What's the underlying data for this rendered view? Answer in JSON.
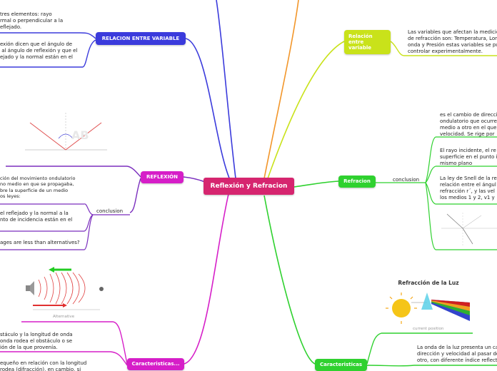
{
  "central": {
    "label": "Reflexión y Refracion"
  },
  "left": {
    "relacion_entre_variable": {
      "label": "RELACION ENTRE VARIABLE",
      "notes": [
        "tres elementos: rayo\nrmal o perpendicular a la\neflejado.",
        "exión dicen que el ángulo de\n al ángulo de reflexión y que el\nejado y la normal están en el"
      ]
    },
    "reflexion": {
      "label": "REFLEXIÓN",
      "note_top": "ción del movimiento ondulatorio\nno medio en que se propagaba,\nbre la superficie de un medio\nos leyes:",
      "conclusion": "conclusion",
      "conclusion_notes": [
        "el reflejado y la normal a la\nnto de incidencia están en el",
        "ages are less than alternatives?"
      ]
    },
    "caracteristicas": {
      "label": "Caracteristicas...",
      "caption": "Alternative",
      "notes": [
        "stáculo y la longitud de onda\nonda rodea el obstáculo o se\nión de la que provenía.",
        "equeño en relación con la longitud\nrodea (difracción), en cambio, si"
      ]
    }
  },
  "right": {
    "relacion_variable": {
      "label": "Relación entre variable",
      "note": "Las variables que afectan la medicio\nde refracción son: Temperatura, Lon\nonda y Presión estas variables se pu\ncontrolar experimentalmente."
    },
    "refracion": {
      "label": "Refracion",
      "conclusion": "conclusion",
      "notes": [
        "es el cambio de direcci\nondulatorio que ocurre\nmedio a otro en el que\nvelocidad. Se rige por",
        "El rayo incidente, el re\nsuperficie en el punto i\nmismo plano",
        "La ley de Snell de la re\nrelación entre el ángul\nrefracción r´, y las vel\nlos medios 1 y 2, v1 y"
      ]
    },
    "caracteristicas": {
      "label": "Caracteristicas",
      "image_title": "Refracción de la Luz",
      "image_caption": "current position",
      "note": "La onda de la luz presenta un ca\ndirección y velocidad al pasar de\notro, con diferente índice reflect"
    }
  },
  "colors": {
    "central": "#d6256f",
    "purple": "#7b2fbe",
    "blue": "#3b3bdc",
    "magenta": "#d61ec8",
    "orange": "#f2962a",
    "yellow": "#c9e21a",
    "green": "#2fd12f"
  }
}
